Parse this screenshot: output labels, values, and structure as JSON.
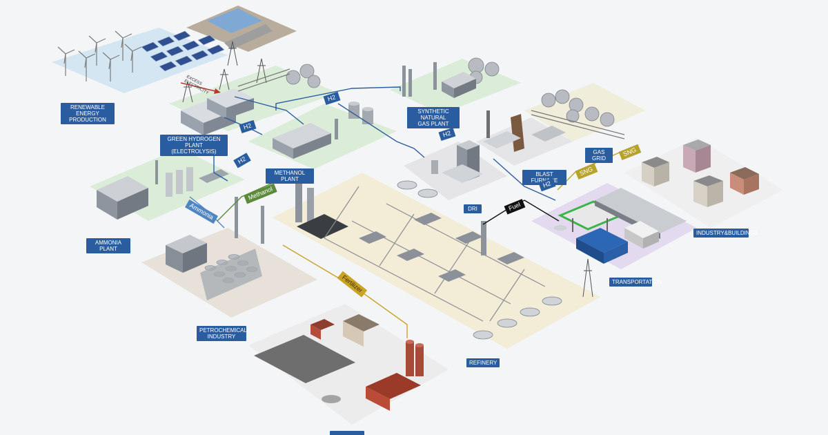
{
  "colors": {
    "background": "#f4f5f6",
    "label_blue": "#2a5d9f",
    "flow_h2": "#2a5d9f",
    "flow_methanol": "#5b8a3a",
    "flow_ammonia": "#4f86c2",
    "flow_fuel": "#111111",
    "flow_sng": "#b7a22b",
    "flow_fertilizer": "#c9a227"
  },
  "facilities": {
    "renewable": "RENEWABLE ENERGY\nPRODUCTION",
    "green_hydrogen": "GREEN HYDROGEN PLANT\n(ELECTROLYSIS)",
    "methanol_plant": "METHANOL PLANT",
    "ammonia_plant": "AMMONIA PLANT",
    "synthetic_gas": "SYNTHETIC NATURAL\nGAS PLANT",
    "gas_grid": "GAS GRID",
    "blast_furnace": "BLAST FURNACE",
    "dri": "DRI",
    "industry_buildings": "INDUSTRY&BUILDINGS",
    "transportation": "TRANSPORTATION",
    "petrochemical": "PETROCHEMICAL\nINDUSTRY",
    "refinery": "REFINERY"
  },
  "flows": {
    "excess_electricity": "EXCESS\nELECTRICITY",
    "h2": "H2",
    "methanol": "Methanol",
    "ammonia": "Ammonia",
    "fuel": "Fuel",
    "sng": "SNG",
    "fertilizer": "Fertilizer"
  }
}
